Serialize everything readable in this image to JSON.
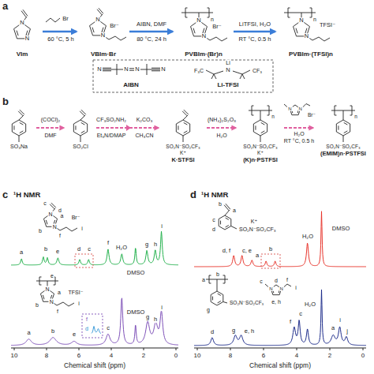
{
  "diagram": {
    "nodes": [
      {
        "text": [
          "VIm"
        ]
      },
      {
        "text": [
          "VBIm·Br"
        ]
      },
      {
        "text": [
          "PVBIm·(Br)n"
        ]
      },
      {
        "text": [
          "PVBIm·(TFSI)n"
        ]
      },
      {
        "text": [
          "SO₃Na"
        ]
      },
      {
        "text": [
          "SO₂Cl"
        ]
      },
      {
        "text": [
          "SO₂N⁻SO₂CF₃",
          "K⁺",
          "K·STFSI"
        ]
      },
      {
        "text": [
          "SO₂N⁻SO₂CF₃",
          "K⁺",
          "(K)n·PSTFSI"
        ]
      },
      {
        "text": [
          "SO₂N⁻SO₂CF₃",
          "(EMIM)n·PSTFSI"
        ]
      }
    ],
    "edges": [
      {
        "from": 0,
        "to": 1,
        "arrow": "to"
      },
      {
        "from": 1,
        "to": 2,
        "arrow": "to"
      },
      {
        "from": 2,
        "to": 3,
        "arrow": "to"
      },
      {
        "from": 4,
        "to": 5,
        "arrow": "to"
      },
      {
        "from": 5,
        "to": 6,
        "arrow": "to"
      },
      {
        "from": 6,
        "to": 7,
        "arrow": "to"
      },
      {
        "from": 7,
        "to": 8,
        "arrow": "to"
      }
    ],
    "labels": [
      "a",
      "N",
      "N",
      "Br",
      "60 °C, 5 h",
      "N",
      "N",
      "Br⁻",
      "AIBN, DMF",
      "80 °C, 24 h",
      "n",
      "N",
      "N",
      "Br⁻",
      "LiTFSI, H₂O",
      "RT °C, 0.5 h",
      "n",
      "N",
      "N",
      "TFSI⁻",
      "N",
      "N",
      "N",
      "N",
      "AIBN",
      "Li",
      "F₃C",
      "CF₃",
      "N",
      "Li-TFSI",
      "b",
      "(COCl)₂",
      "DMF",
      "CF₃SO₂NH₂",
      "Et₃N/DMAP",
      "K₂CO₃",
      "CH₃CN",
      "(NH₄)₂S₂O₈",
      "H₂O",
      "n",
      "N",
      "N",
      "Br⁻",
      "H₂O",
      "RT °C, 0.5 h",
      "n",
      "c",
      "¹H NMR",
      "c",
      "d",
      "a",
      "b",
      "f",
      "i",
      "N",
      "N",
      "Br⁻",
      "a",
      "b",
      "e",
      "d",
      "c",
      "f",
      "H₂O",
      "DMSO",
      "g",
      "h",
      "i",
      "N",
      "N",
      "TFSI⁻",
      "a",
      "b",
      "e",
      "f",
      "i",
      "f",
      "d",
      "a",
      "b",
      "e",
      "c",
      "DMSO",
      "g",
      "h",
      "i",
      "10",
      "8",
      "6",
      "4",
      "2",
      "0",
      "Chemical shift (ppm)",
      "d",
      "¹H NMR",
      "SO₂N⁻SO₂CF₃",
      "K⁺",
      "a",
      "b",
      "c",
      "d",
      "d, f",
      "c, e",
      "a",
      "b",
      "H₂O",
      "DMSO",
      "SO₂N⁻SO₂CF₃",
      "N",
      "N",
      "a",
      "b",
      "c",
      "d",
      "f",
      "i",
      "e, h",
      "g",
      "d",
      "g",
      "e, h",
      "f",
      "c",
      "H₂O",
      "a",
      "i",
      "j",
      "10",
      "8",
      "6",
      "4",
      "2",
      "0",
      "Chemical shift (ppm)"
    ]
  }
}
